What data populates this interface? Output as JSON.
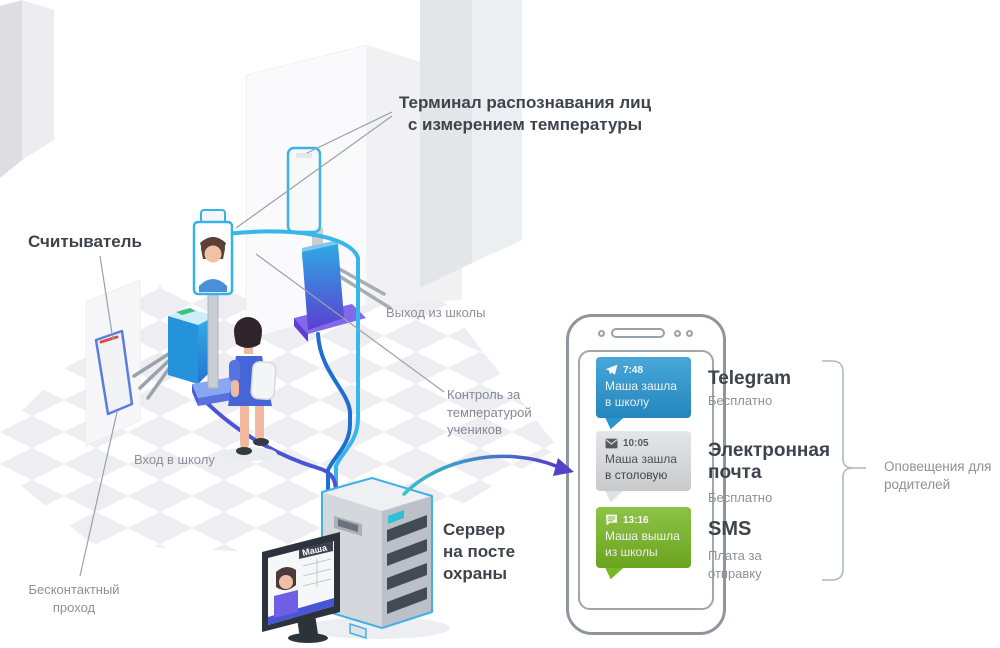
{
  "colors": {
    "telegram_blue": "#2796d2",
    "email_gray": "#e0e1e4",
    "sms_green": "#77b723",
    "accent_cyan": "#37b6ea",
    "accent_purple": "#5243c8",
    "text_dark": "#3d444c",
    "text_gray": "#8b9199"
  },
  "diagram": {
    "terminal_label": "Терминал распознавания лиц\nс измерением температуры",
    "reader_label": "Считыватель",
    "exit_label": "Выход из школы",
    "temperature_label": "Контроль за\nтемпературой\nучеников",
    "entrance_label": "Вход в школу",
    "contactless_label": "Бесконтактный\nпроход",
    "server_label": "Сервер\nна посте\nохраны",
    "monitor_name": "Маша",
    "bracket_label": "Оповещения для\nродителей"
  },
  "notifications": [
    {
      "icon": "telegram-plane-icon",
      "time": "7:48",
      "message": "Маша зашла\nв школу",
      "channel": "Telegram",
      "fee": "Бесплатно",
      "color": "#2796d2"
    },
    {
      "icon": "envelope-icon",
      "time": "10:05",
      "message": "Маша зашла\nв столовую",
      "channel": "Электронная\nпочта",
      "fee": "Бесплатно",
      "color": "#e0e1e4"
    },
    {
      "icon": "sms-bubble-icon",
      "time": "13:16",
      "message": "Маша вышла\nиз школы",
      "channel": "SMS",
      "fee": "Плата за\nотправку",
      "color": "#77b723"
    }
  ]
}
